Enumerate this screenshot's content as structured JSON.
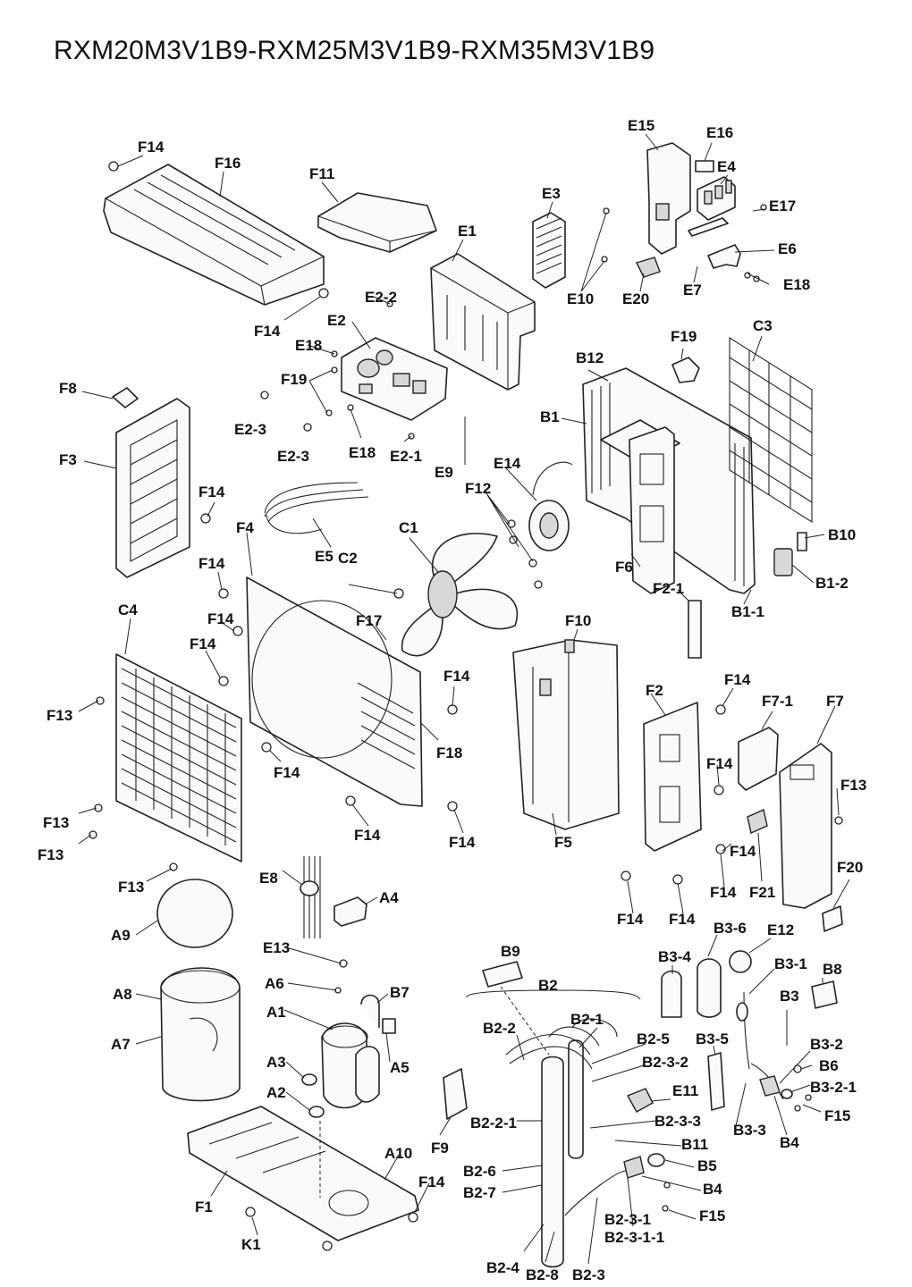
{
  "title": "RXM20M3V1B9-RXM25M3V1B9-RXM35M3V1B9",
  "labels": {
    "F14": "F14",
    "F16": "F16",
    "F11": "F11",
    "E3": "E3",
    "E15": "E15",
    "E16": "E16",
    "E4": "E4",
    "E17": "E17",
    "E6": "E6",
    "E18": "E18",
    "E7": "E7",
    "E20": "E20",
    "E10": "E10",
    "E1": "E1",
    "E2-2": "E2-2",
    "E2": "E2",
    "F19": "F19",
    "E2-3": "E2-3",
    "E2-1": "E2-1",
    "E9": "E9",
    "F8": "F8",
    "F3": "F3",
    "E5": "E5",
    "C2": "C2",
    "C1": "C1",
    "F4": "F4",
    "F12": "F12",
    "E14": "E14",
    "B12": "B12",
    "B1": "B1",
    "C3": "C3",
    "B10": "B10",
    "B1-2": "B1-2",
    "B1-1": "B1-1",
    "F6": "F6",
    "F2-1": "F2-1",
    "C4": "C4",
    "F17": "F17",
    "F10": "F10",
    "F13": "F13",
    "F18": "F18",
    "F5": "F5",
    "F2": "F2",
    "F7-1": "F7-1",
    "F7": "F7",
    "F21": "F21",
    "F20": "F20",
    "E8": "E8",
    "A4": "A4",
    "A9": "A9",
    "E13": "E13",
    "A6": "A6",
    "A1": "A1",
    "B7": "B7",
    "A8": "A8",
    "A7": "A7",
    "A3": "A3",
    "A5": "A5",
    "A2": "A2",
    "F9": "F9",
    "A10": "A10",
    "F1": "F1",
    "K1": "K1",
    "B9": "B9",
    "B2": "B2",
    "B3-4": "B3-4",
    "B3-6": "B3-6",
    "E12": "E12",
    "B3-1": "B3-1",
    "B8": "B8",
    "B3": "B3",
    "B2-2": "B2-2",
    "B2-1": "B2-1",
    "B2-5": "B2-5",
    "B2-3-2": "B2-3-2",
    "E11": "E11",
    "B3-5": "B3-5",
    "B3-2": "B3-2",
    "B6": "B6",
    "B3-2-1": "B3-2-1",
    "F15": "F15",
    "B3-3": "B3-3",
    "B4": "B4",
    "B2-2-1": "B2-2-1",
    "B2-3-3": "B2-3-3",
    "B11": "B11",
    "B2-6": "B2-6",
    "B2-7": "B2-7",
    "B5": "B5",
    "B2-3-1": "B2-3-1",
    "B2-3-1-1": "B2-3-1-1",
    "B2-4": "B2-4",
    "B2-8": "B2-8",
    "B2-3": "B2-3"
  }
}
